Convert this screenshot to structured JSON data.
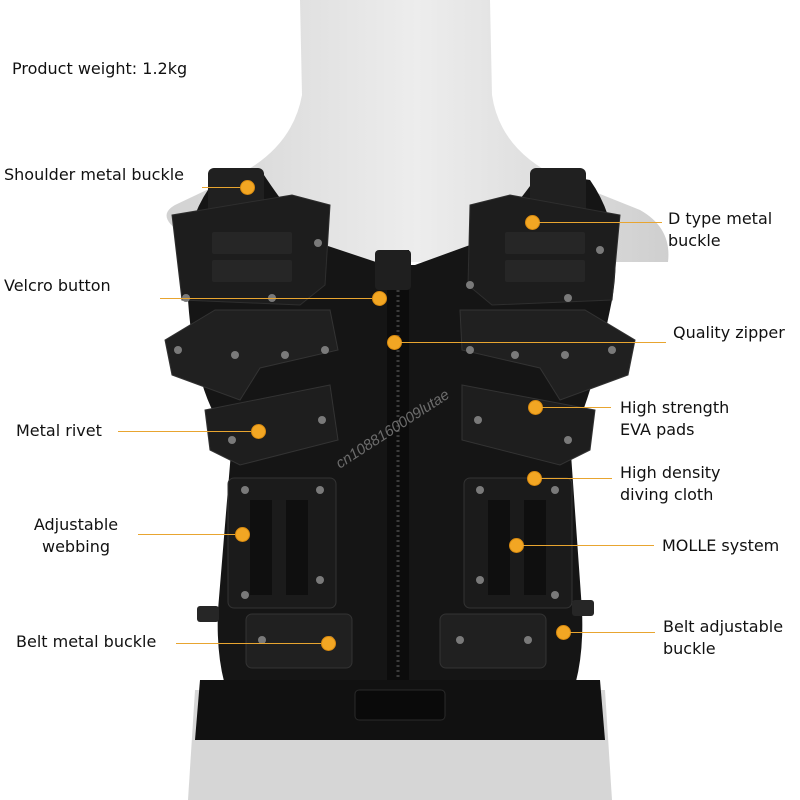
{
  "header": {
    "weight_text": "Product weight: 1.2kg"
  },
  "watermark": "cn1088160009lutae",
  "callouts": {
    "shoulder": "Shoulder metal buckle",
    "d_buckle_1": "D type metal",
    "d_buckle_2": "buckle",
    "velcro": "Velcro button",
    "zipper": "Quality zipper",
    "eva_1": "High strength",
    "eva_2": "EVA pads",
    "rivet": "Metal rivet",
    "cloth_1": "High density",
    "cloth_2": "diving cloth",
    "webbing_1": "Adjustable",
    "webbing_2": "webbing",
    "molle": "MOLLE system",
    "belt_metal": "Belt metal buckle",
    "belt_adj_1": "Belt adjustable",
    "belt_adj_2": "buckle"
  },
  "colors": {
    "accent": "#f2a623",
    "vest": "#151515",
    "panel": "#1e1e1e",
    "mannequin": "#e2e2e2"
  }
}
